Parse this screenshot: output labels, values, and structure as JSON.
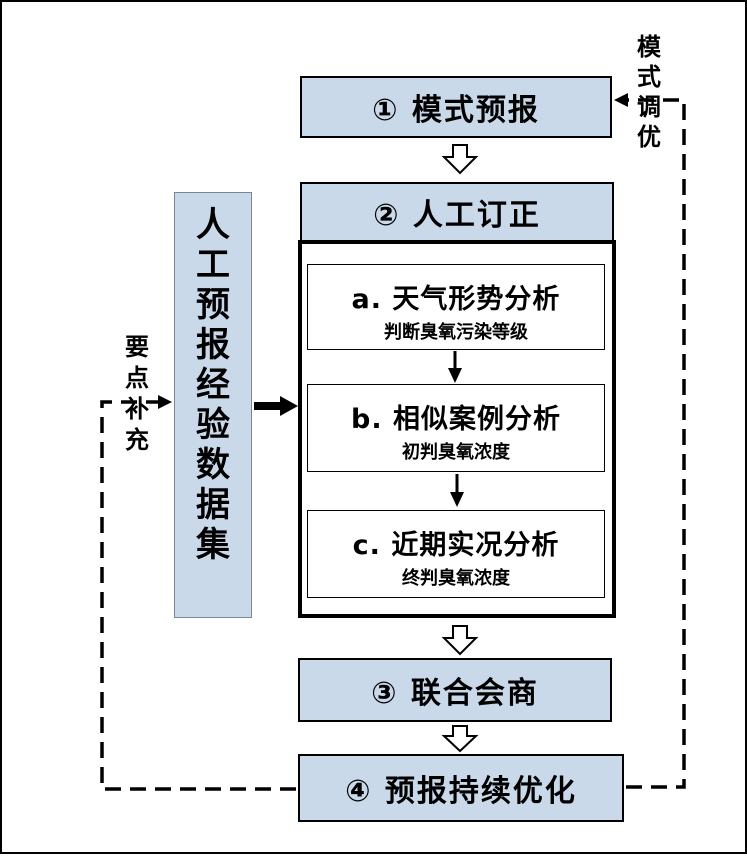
{
  "steps": {
    "step1": "① 模式预报",
    "step2": "② 人工订正",
    "step3": "③ 联合会商",
    "step4": "④ 预报持续优化"
  },
  "sub_steps": [
    {
      "title": "a.  天气形势分析",
      "desc": "判断臭氧污染等级"
    },
    {
      "title": "b.  相似案例分析",
      "desc": "初判臭氧浓度"
    },
    {
      "title": "c.  近期实况分析",
      "desc": "终判臭氧浓度"
    }
  ],
  "side_box": {
    "chars": [
      "人",
      "工",
      "预",
      "报",
      "经",
      "验",
      "数",
      "据",
      "集"
    ]
  },
  "right_label": {
    "chars": [
      "模",
      "式",
      "调",
      "优"
    ]
  },
  "left_label": {
    "chars": [
      "要",
      "点",
      "补",
      "充"
    ]
  }
}
